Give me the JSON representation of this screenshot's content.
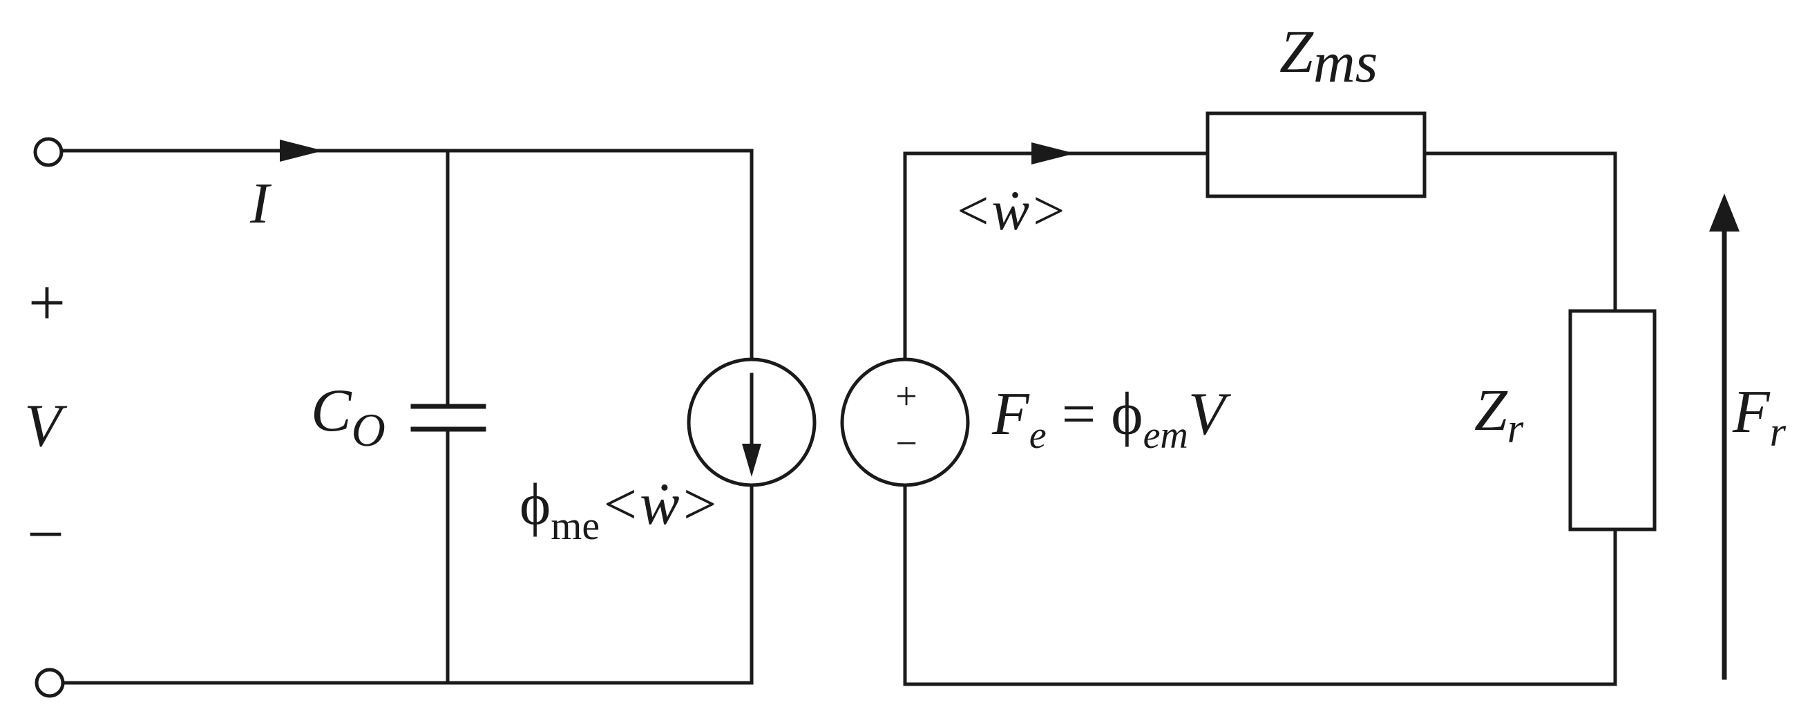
{
  "left_circuit": {
    "current_label": "I",
    "voltage_plus": "+",
    "voltage_label": "V",
    "voltage_minus": "−",
    "capacitor_label": "C",
    "capacitor_sub": "O",
    "source_label_main": "ϕ",
    "source_label_sub": "me",
    "source_label_rest": "<ẇ>"
  },
  "right_circuit": {
    "velocity_label": "<ẇ>",
    "vsource_plus": "+",
    "vsource_minus": "−",
    "force_eq_F": "F",
    "force_eq_e": "e",
    "force_eq_mid": " = ϕ",
    "force_eq_em": "em",
    "force_eq_V": "V",
    "zms_label": "Z",
    "zms_sub": "ms",
    "zr_label": "Z",
    "zr_sub": "r",
    "fr_label": "F",
    "fr_sub": "r"
  }
}
